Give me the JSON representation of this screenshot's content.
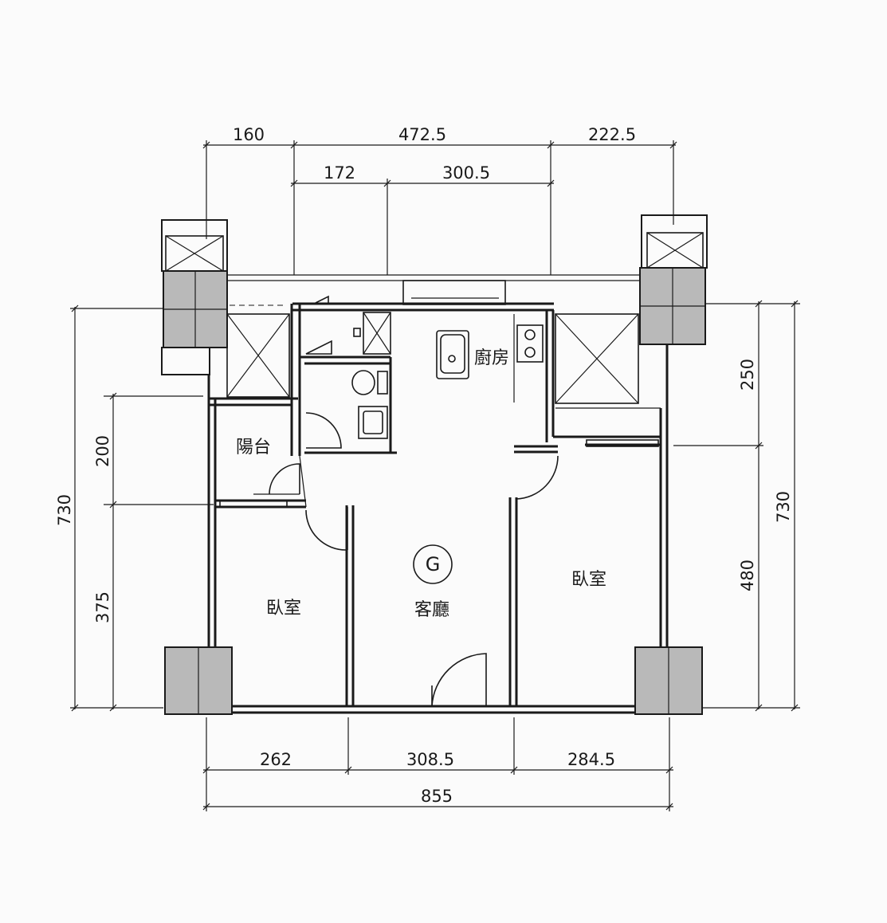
{
  "dimensions": {
    "top_outer": [
      "160",
      "472.5",
      "222.5"
    ],
    "top_inner": [
      "172",
      "300.5"
    ],
    "left_overall": "730",
    "left_parts": [
      "200",
      "375"
    ],
    "right_overall": "730",
    "right_parts": [
      "250",
      "480"
    ],
    "bottom_parts": [
      "262",
      "308.5",
      "284.5"
    ],
    "bottom_overall": "855"
  },
  "rooms": {
    "balcony": "陽台",
    "kitchen": "廚房",
    "bedroom_left": "臥室",
    "bedroom_right": "臥室",
    "living_room": "客廳"
  },
  "unit_label": "G",
  "colors": {
    "ink": "#1a1a1a",
    "column_fill": "#b9b9b9",
    "paper": "#fbfbfb"
  }
}
